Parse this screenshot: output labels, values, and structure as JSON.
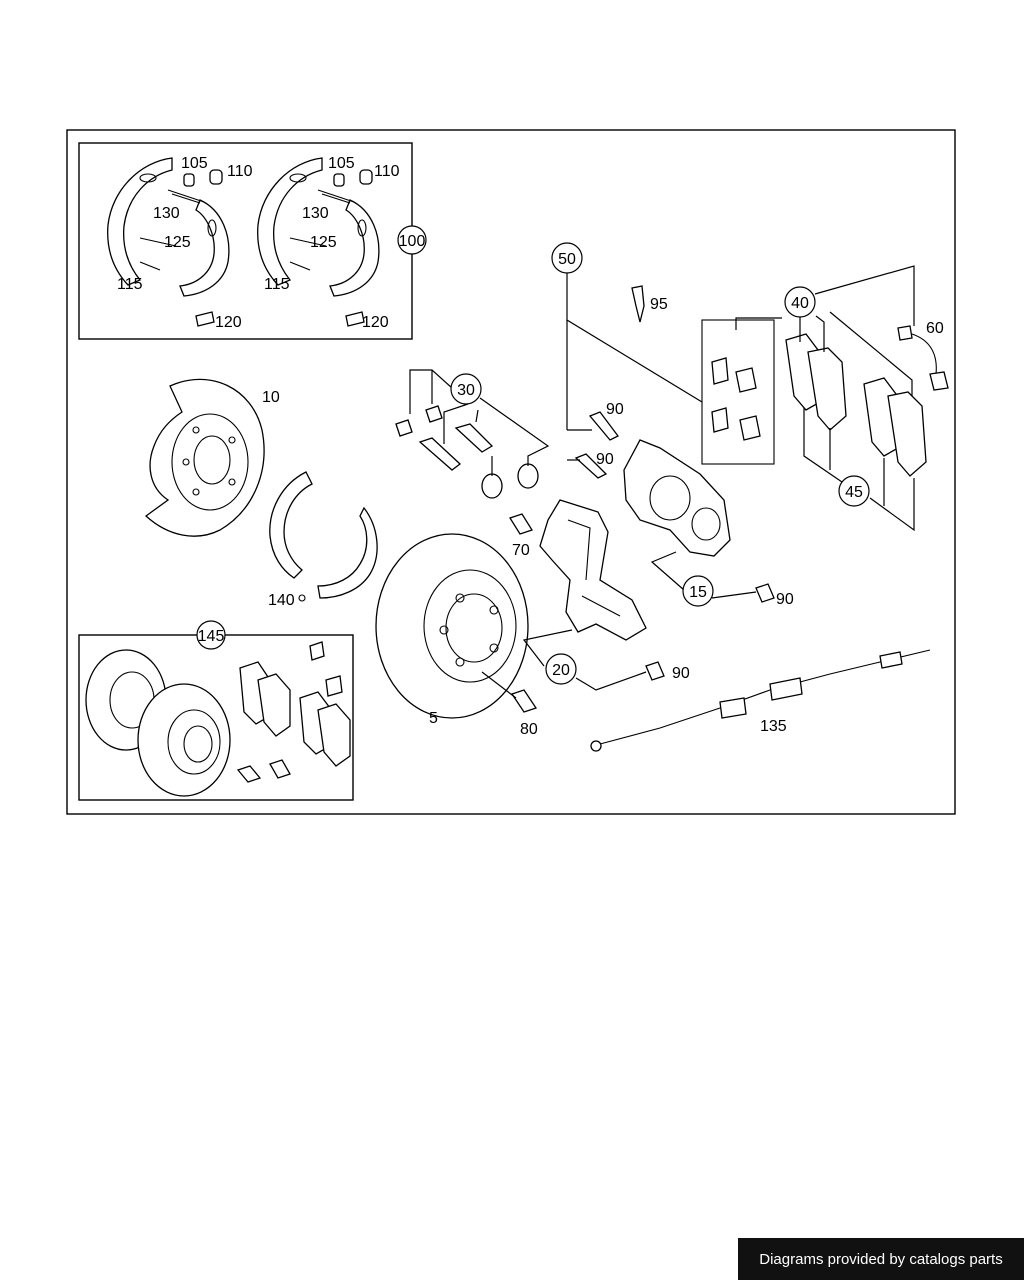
{
  "labels": {
    "c100": "100",
    "c50": "50",
    "c40": "40",
    "c30": "30",
    "c45": "45",
    "c15": "15",
    "c20": "20",
    "c145": "145",
    "l105a": "105",
    "l110a": "110",
    "l130a": "130",
    "l125a": "125",
    "l115a": "115",
    "l120a": "120",
    "l105b": "105",
    "l110b": "110",
    "l130b": "130",
    "l125b": "125",
    "l115b": "115",
    "l120b": "120",
    "l95": "95",
    "l60": "60",
    "l10": "10",
    "l90a": "90",
    "l90b": "90",
    "l90c": "90",
    "l90d": "90",
    "l70": "70",
    "l140": "140",
    "l5": "5",
    "l80": "80",
    "l135": "135"
  },
  "footer": {
    "credit": "Diagrams provided by catalogs parts"
  }
}
